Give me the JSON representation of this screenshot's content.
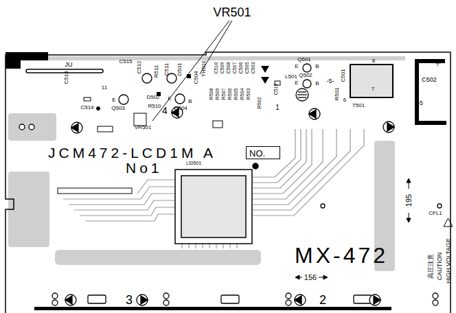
{
  "diagram": {
    "nodes": [
      {
        "text": [
          "NO."
        ]
      }
    ],
    "labels": [
      "VR501",
      "JU",
      "11",
      "C513",
      "C515",
      "C512",
      "R511",
      "C511",
      "D501",
      "C504",
      "TH501",
      "C510",
      "C509",
      "C508",
      "C507",
      "C506",
      "C505",
      "C503",
      "R508",
      "R509",
      "R507",
      "R506",
      "R505",
      "R504",
      "R503",
      "R502",
      "C516",
      "1",
      "L501",
      "Q501",
      "E",
      "B",
      "Q502",
      "E",
      "B",
      "C501",
      "R501",
      "-5-",
      "T501",
      "8",
      "7",
      "6",
      "C502",
      "-5",
      "5-",
      "C514",
      "E",
      "Q503",
      "D502",
      "R510",
      "E",
      "B",
      "Q504",
      "4",
      "VR501",
      "JCM472-LCD1M A",
      "No1",
      "LSI501",
      "195",
      "CFL1",
      "高圧注意",
      "CAUTION",
      "HIGH VOLTAGE",
      "MX-472",
      "156",
      "3",
      "2"
    ]
  }
}
